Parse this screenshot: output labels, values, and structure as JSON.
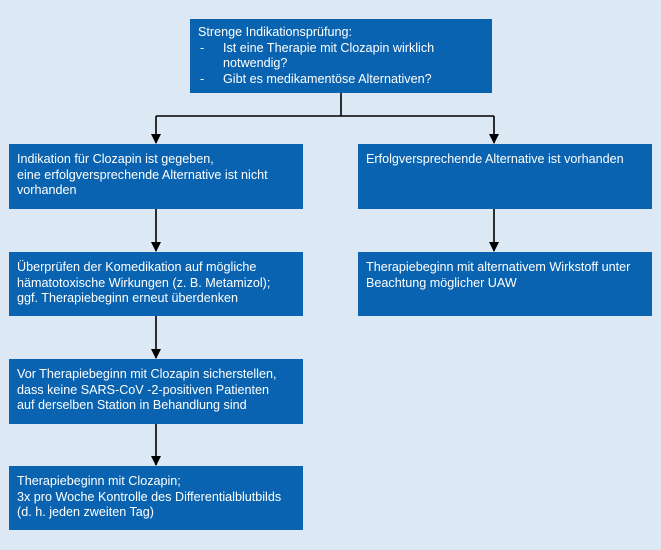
{
  "nodes": {
    "top": {
      "heading": "Strenge Indikationsprüfung:",
      "bullets": [
        "Ist eine Therapie mit Clozapin wirklich notwendig?",
        "Gibt es medikamentöse Alternativen?"
      ]
    },
    "left1": {
      "lines": [
        "Indikation für Clozapin ist gegeben,",
        "eine erfolgversprechende Alternative ist nicht",
        "vorhanden"
      ]
    },
    "right1": {
      "lines": [
        "Erfolgversprechende Alternative ist vorhanden"
      ]
    },
    "left2": {
      "lines": [
        "Überprüfen der Komedikation auf mögliche",
        "hämatotoxische Wirkungen (z. B. Metamizol);",
        "ggf. Therapiebeginn erneut überdenken"
      ]
    },
    "right2": {
      "lines": [
        "Therapiebeginn mit alternativem Wirkstoff unter",
        "Beachtung möglicher UAW"
      ]
    },
    "left3": {
      "lines": [
        "Vor Therapiebeginn mit Clozapin sicherstellen,",
        "dass keine SARS-CoV -2-positiven Patienten",
        "auf derselben Station in Behandlung sind"
      ]
    },
    "left4": {
      "lines": [
        "Therapiebeginn mit Clozapin;",
        "3x pro Woche Kontrolle des Differentialblutbilds",
        "(d. h. jeden zweiten Tag)"
      ]
    }
  },
  "colors": {
    "background": "#dce9f5",
    "box": "#0a63b0",
    "text": "#ffffff",
    "line": "#000000"
  }
}
